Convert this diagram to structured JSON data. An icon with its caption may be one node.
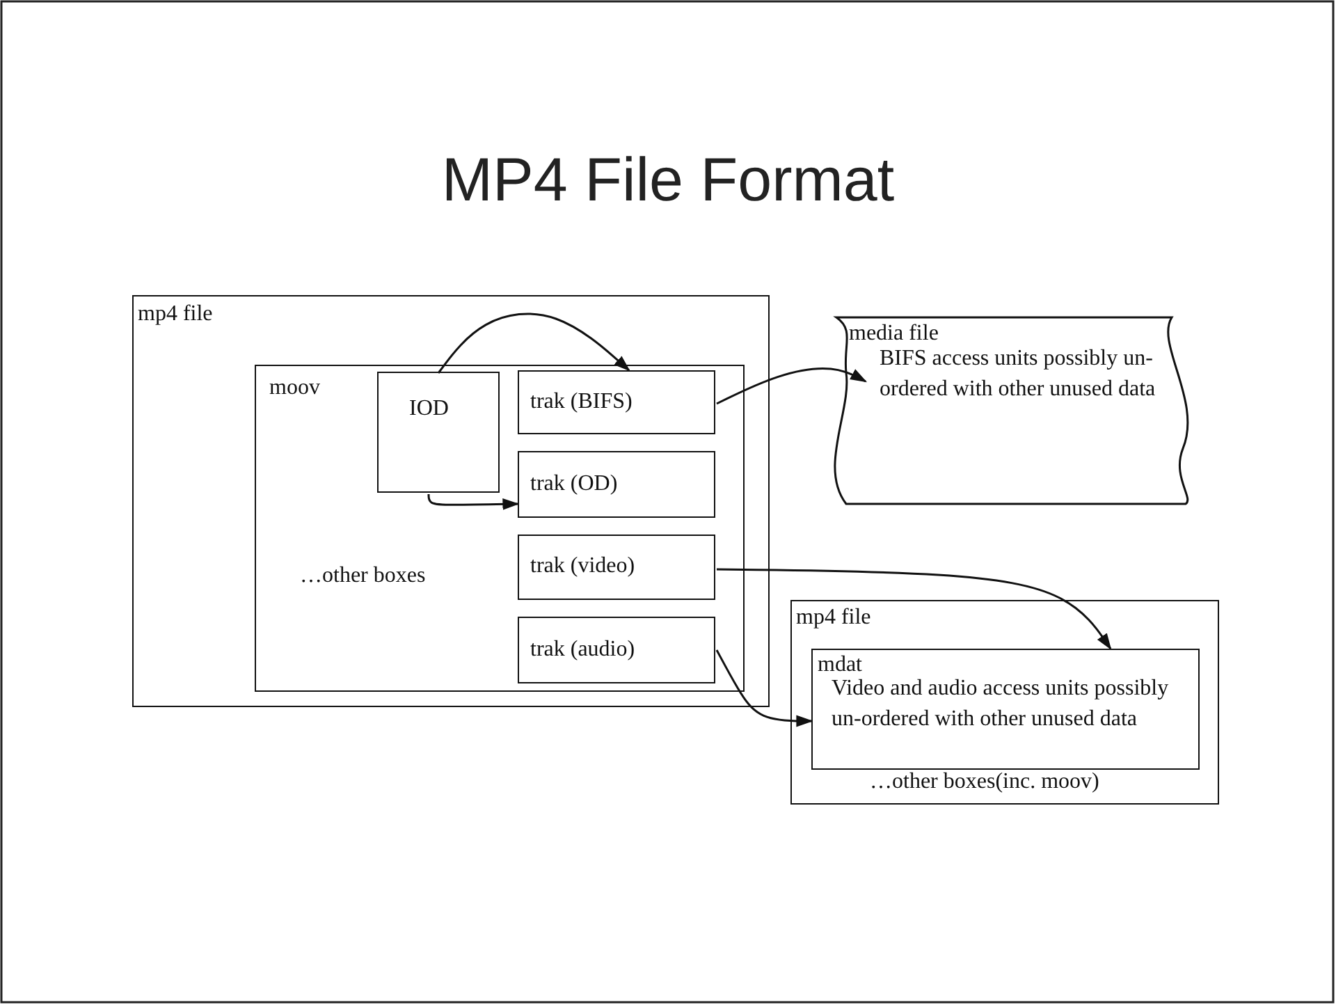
{
  "diagram": {
    "title": "MP4 File Format",
    "nodes": [
      {
        "text": [
          "mp4 file"
        ]
      },
      {
        "text": [
          "moov",
          "…other boxes"
        ],
        "in": 0
      },
      {
        "text": [
          "IOD"
        ],
        "in": 1
      },
      {
        "text": [
          "trak (BIFS)"
        ],
        "in": 1
      },
      {
        "text": [
          "trak (OD)"
        ],
        "in": 1
      },
      {
        "text": [
          "trak (video)"
        ],
        "in": 1
      },
      {
        "text": [
          "trak (audio)"
        ],
        "in": 1
      },
      {
        "text": [
          "media file",
          "BIFS access units possibly un-ordered with other unused data"
        ]
      },
      {
        "text": [
          "mp4 file",
          "…other boxes(inc. moov)"
        ]
      },
      {
        "text": [
          "mdat",
          "Video and audio access units possibly un-ordered with other unused data"
        ],
        "in": 8
      }
    ],
    "edges": [
      {
        "from": 2,
        "to": 3,
        "arrow": "to"
      },
      {
        "from": 2,
        "to": 4,
        "arrow": "to"
      },
      {
        "from": 3,
        "to": 7,
        "arrow": "to"
      },
      {
        "from": 5,
        "to": 9,
        "arrow": "to"
      },
      {
        "from": 6,
        "to": 9,
        "arrow": "to"
      }
    ]
  }
}
